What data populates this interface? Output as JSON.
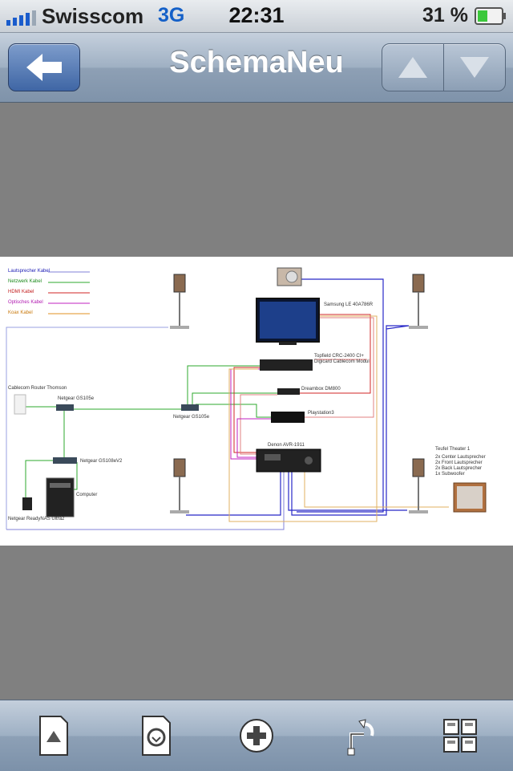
{
  "status_bar": {
    "carrier": "Swisscom",
    "network": "3G",
    "time": "22:31",
    "battery": "31 %"
  },
  "nav": {
    "title": "SchemaNeu",
    "back_icon": "arrow-left-icon",
    "up_icon": "triangle-up-icon",
    "down_icon": "triangle-down-icon"
  },
  "diagram": {
    "legend": [
      {
        "label": "Lautsprecher Kabel",
        "color": "#2828c8"
      },
      {
        "label": "Netzwerk Kabel",
        "color": "#2ea82e"
      },
      {
        "label": "HDMI Kabel",
        "color": "#d02626"
      },
      {
        "label": "Optisches Kabel",
        "color": "#c020c0"
      },
      {
        "label": "Koax Kabel",
        "color": "#e09020"
      }
    ],
    "labels": {
      "tv": "Samsung LE 40A786R",
      "receiver_top": "Topfield CRC-2400 CI+",
      "receiver_bottom": "Digicard Cablecom Modul",
      "dreambox": "Dreambox DM800",
      "playstation": "Playstation3",
      "router": "Cablecom Router Thomson",
      "switch1": "Netgear GS105e",
      "switch2": "Netgear GS105e",
      "switch3": "Netgear GS108eV2",
      "computer": "Computer",
      "nas": "Netgear ReadyNAS Ultra2",
      "avr": "Denon AVR-1911",
      "legend_sub_title": "Teufel Theater 1",
      "legend_sub_lines": [
        "2x Center Lautsprecher",
        "2x Front Lautsprecher",
        "2x Back Lautsprecher",
        "1x Subwoofer"
      ]
    }
  },
  "toolbar": {
    "items": [
      {
        "name": "upload-document-icon"
      },
      {
        "name": "document-settings-icon"
      },
      {
        "name": "add-icon"
      },
      {
        "name": "connector-tool-icon"
      },
      {
        "name": "grid-view-icon"
      }
    ]
  }
}
